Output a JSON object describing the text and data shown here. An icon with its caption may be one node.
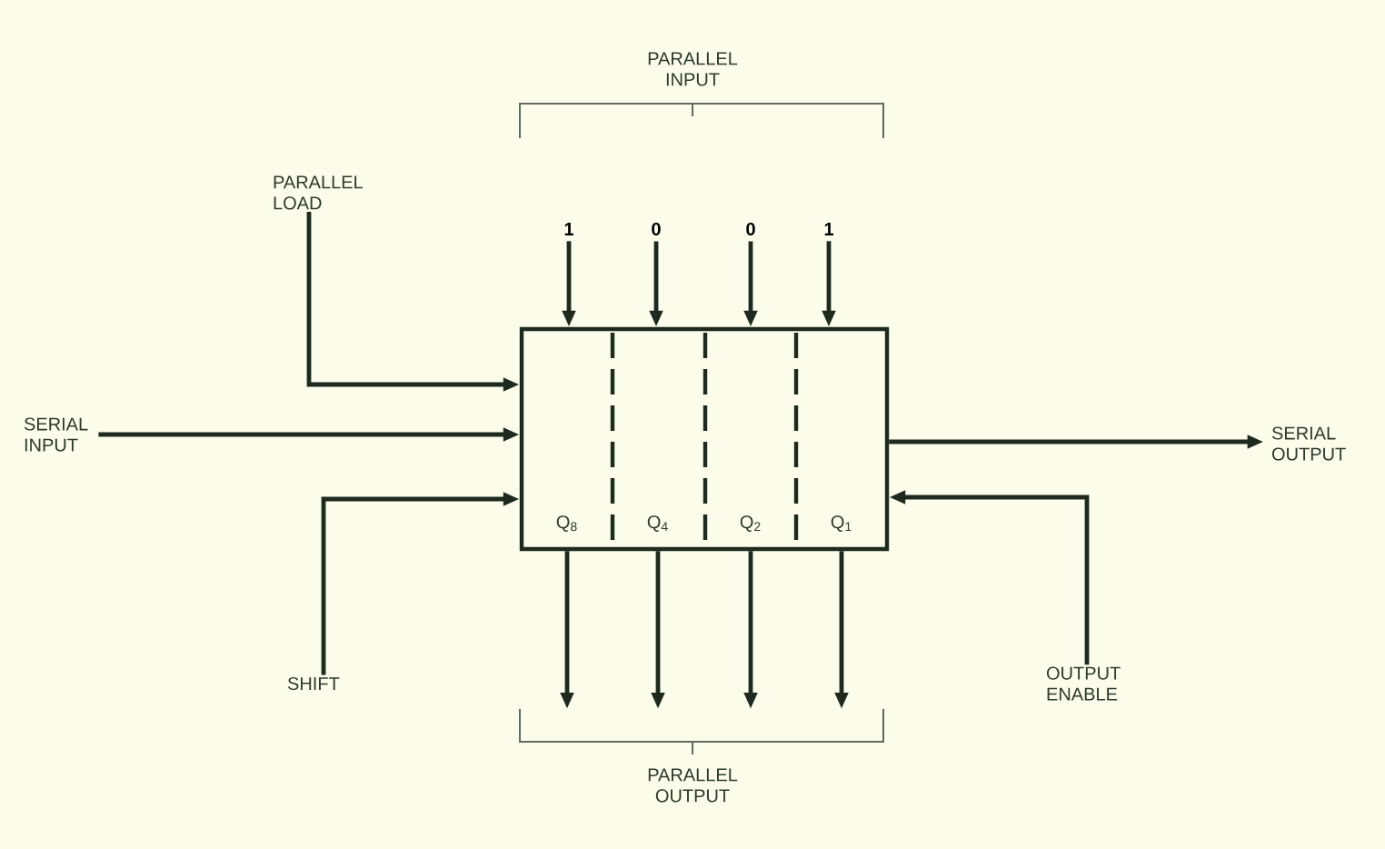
{
  "diagram": {
    "nodes": [
      {
        "text": [
          "PARALLEL LOAD"
        ]
      },
      {
        "text": [
          "1"
        ]
      },
      {
        "text": [
          "0"
        ]
      },
      {
        "text": [
          "0"
        ]
      },
      {
        "text": [
          "1"
        ]
      },
      {
        "text": [],
        "shape": "box"
      },
      {
        "text": [
          "Q$_{8}$"
        ],
        "in": 5
      },
      {
        "text": [
          "Q$_{4}$"
        ],
        "in": 5
      },
      {
        "text": [
          "Q$_{2}$"
        ],
        "in": 5
      },
      {
        "text": [
          "Q$_{1}$"
        ],
        "in": 5
      },
      {
        "text": [
          "SERIAL INPUT"
        ]
      },
      {
        "text": [
          "SERIAL OUTPUT"
        ]
      },
      {
        "text": [
          "SHIFT"
        ]
      },
      {
        "text": [
          "OUTPUT ENABLE"
        ]
      },
      {
        "text": [
          "PARALLEL OUTPUT"
        ]
      }
    ],
    "edges": [
      {
        "from": 0,
        "to": 5,
        "arrow": "to"
      },
      {
        "from": 1,
        "to": 5,
        "arrow": "to"
      },
      {
        "from": 2,
        "to": 5,
        "arrow": "to"
      },
      {
        "from": 3,
        "to": 5,
        "arrow": "to"
      },
      {
        "from": 4,
        "to": 5,
        "arrow": "to"
      },
      {
        "from": 10,
        "to": 5,
        "arrow": "to"
      },
      {
        "from": 12,
        "to": 5,
        "arrow": "to"
      },
      {
        "from": 5,
        "to": 11,
        "arrow": "to"
      },
      {
        "from": 13,
        "to": 5,
        "arrow": "to"
      },
      {
        "from": 5,
        "to": 14,
        "arrow": "to"
      },
      {
        "from": 5,
        "to": 14,
        "arrow": "to"
      },
      {
        "from": 5,
        "to": 14,
        "arrow": "to"
      },
      {
        "from": 5,
        "to": 14,
        "arrow": "to"
      }
    ],
    "labels": [
      "PARALLEL INPUT"
    ]
  }
}
